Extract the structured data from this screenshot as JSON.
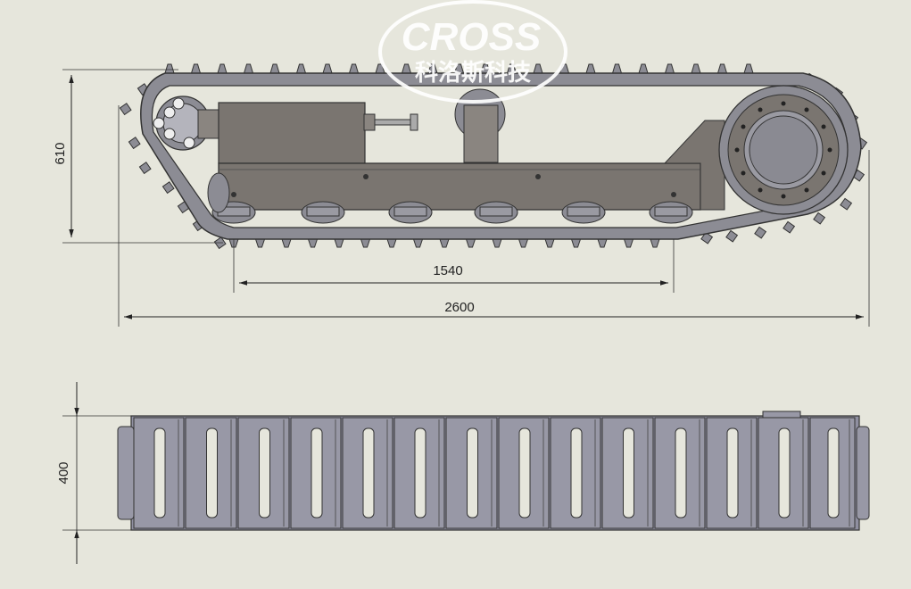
{
  "drawing": {
    "side_view": {
      "height_label": "610",
      "wheelbase_label": "1540",
      "overall_length_label": "2600"
    },
    "top_view": {
      "width_label": "400"
    }
  },
  "watermark": {
    "brand": "CROSS",
    "brand_cn": "科洛斯科技"
  },
  "colors": {
    "background": "#e6e6dc",
    "track": "#8a8a92",
    "body": "#7a7570",
    "shoe": "#9898a6",
    "dimension_line": "#333333"
  }
}
